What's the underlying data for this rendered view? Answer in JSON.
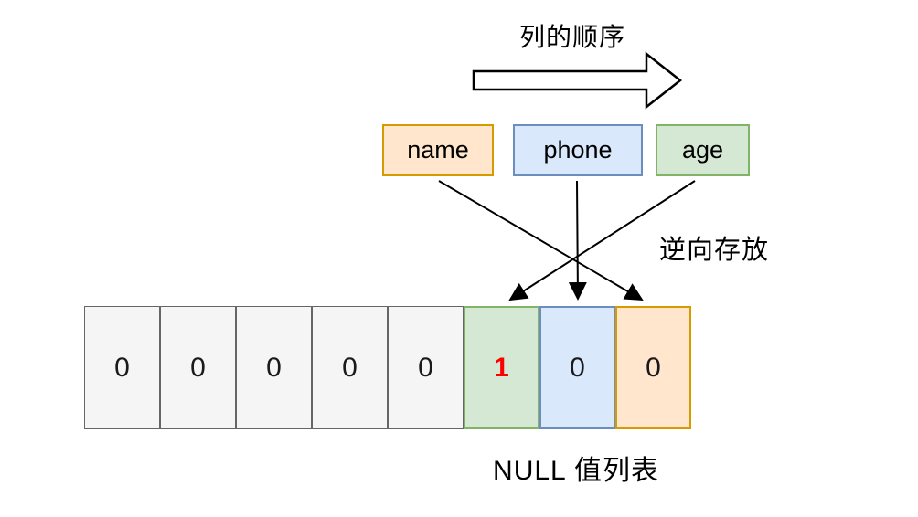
{
  "title_top": "列的顺序",
  "reverse_label": "逆向存放",
  "bottom_label": "NULL 值列表",
  "icons": {
    "flow_arrow": "right-arrow-outline",
    "mapping_arrowheads": "solid-black-triangle"
  },
  "colors": {
    "orange_fill": "#ffe6cc",
    "orange_border": "#d79b00",
    "blue_fill": "#dae8fc",
    "blue_border": "#6c8ebf",
    "green_fill": "#d5e8d4",
    "green_border": "#82b366",
    "gray_fill": "#f5f5f5",
    "gray_border": "#666666",
    "highlight_red": "#ff0000",
    "text_black": "#1a1a1a",
    "line_black": "#000000"
  },
  "columns": [
    {
      "label": "name",
      "fill": "#ffe6cc",
      "border": "#d79b00"
    },
    {
      "label": "phone",
      "fill": "#dae8fc",
      "border": "#6c8ebf"
    },
    {
      "label": "age",
      "fill": "#d5e8d4",
      "border": "#82b366"
    }
  ],
  "null_list": {
    "cells": [
      {
        "value": "0",
        "fill": "#f5f5f5",
        "border": "#666666",
        "text_color": "#1a1a1a",
        "bold": false
      },
      {
        "value": "0",
        "fill": "#f5f5f5",
        "border": "#666666",
        "text_color": "#1a1a1a",
        "bold": false
      },
      {
        "value": "0",
        "fill": "#f5f5f5",
        "border": "#666666",
        "text_color": "#1a1a1a",
        "bold": false
      },
      {
        "value": "0",
        "fill": "#f5f5f5",
        "border": "#666666",
        "text_color": "#1a1a1a",
        "bold": false
      },
      {
        "value": "0",
        "fill": "#f5f5f5",
        "border": "#666666",
        "text_color": "#1a1a1a",
        "bold": false
      },
      {
        "value": "1",
        "fill": "#d5e8d4",
        "border": "#82b366",
        "text_color": "#ff0000",
        "bold": true
      },
      {
        "value": "0",
        "fill": "#dae8fc",
        "border": "#6c8ebf",
        "text_color": "#1a1a1a",
        "bold": false
      },
      {
        "value": "0",
        "fill": "#ffe6cc",
        "border": "#d79b00",
        "text_color": "#1a1a1a",
        "bold": false
      }
    ]
  },
  "mapping": [
    {
      "from": "name",
      "to_cell_index": 8
    },
    {
      "from": "phone",
      "to_cell_index": 7
    },
    {
      "from": "age",
      "to_cell_index": 6
    }
  ]
}
